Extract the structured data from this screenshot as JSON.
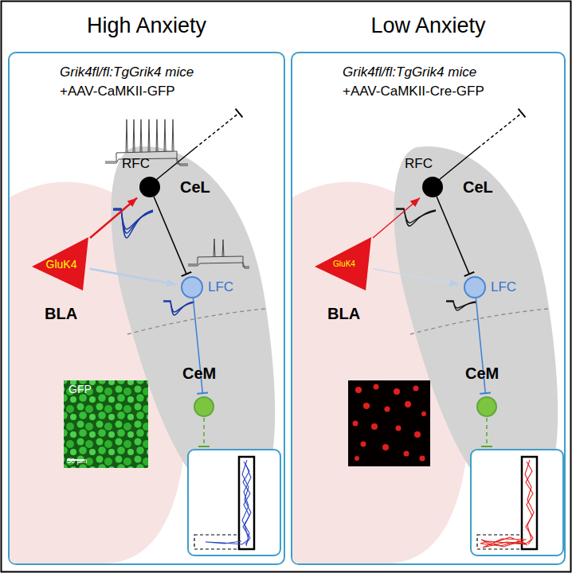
{
  "diagram": {
    "nodes": [
      {
        "text": [
          "High Anxiety",
          "Grik4fl/fl:TgGrik4 mice",
          "+AAV-CaMKII-GFP"
        ]
      },
      {
        "text": [
          "BLA"
        ],
        "in": 0
      },
      {
        "text": [
          "GluK4"
        ],
        "in": 1
      },
      {
        "text": [
          "CeL"
        ],
        "in": 0
      },
      {
        "text": [
          "RFC"
        ],
        "in": 3
      },
      {
        "text": [
          "LFC"
        ],
        "in": 3
      },
      {
        "text": [
          "CeM"
        ],
        "in": 3
      },
      {
        "text": [
          "GFP",
          "50 μm"
        ],
        "in": 0
      },
      {
        "text": [
          "Low Anxiety",
          "Grik4fl/fl:TgGrik4 mice",
          "+AAV-CaMKII-Cre-GFP"
        ]
      },
      {
        "text": [
          "BLA"
        ],
        "in": 8
      },
      {
        "text": [
          "GluK4"
        ],
        "in": 9
      },
      {
        "text": [
          "CeL"
        ],
        "in": 8
      },
      {
        "text": [
          "RFC"
        ],
        "in": 11
      },
      {
        "text": [
          "LFC"
        ],
        "in": 11
      },
      {
        "text": [
          "CeM"
        ],
        "in": 11
      }
    ],
    "edges": [
      {
        "from": 2,
        "to": 4,
        "arrow": "to"
      },
      {
        "from": 2,
        "to": 5,
        "arrow": "to"
      },
      {
        "from": 4,
        "to": 5,
        "arrow": "to"
      },
      {
        "from": 5,
        "to": 6,
        "arrow": "to"
      },
      {
        "from": 10,
        "to": 12,
        "arrow": "to"
      },
      {
        "from": 10,
        "to": 13,
        "arrow": "to"
      },
      {
        "from": 12,
        "to": 13,
        "arrow": "to"
      },
      {
        "from": 13,
        "to": 14,
        "arrow": "to"
      }
    ]
  }
}
